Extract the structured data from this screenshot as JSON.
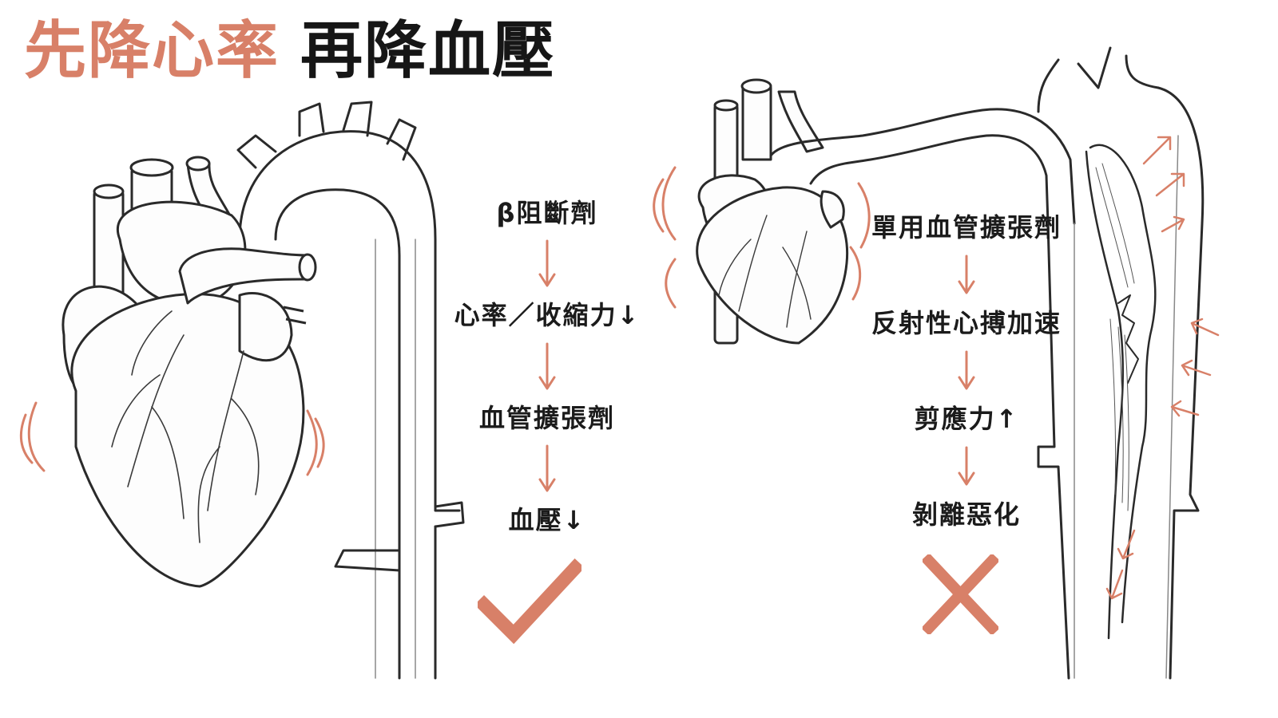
{
  "title": {
    "accent_text": "先降心率",
    "main_text": "再降血壓"
  },
  "left_flow": {
    "steps": [
      "β阻斷劑",
      "心率／收縮力↓",
      "血管擴張劑",
      "血壓↓"
    ],
    "result": "check-mark-icon"
  },
  "right_flow": {
    "steps": [
      "單用血管擴張劑",
      "反射性心搏加速",
      "剪應力↑",
      "剝離惡化"
    ],
    "result": "x-mark-icon"
  },
  "colors": {
    "accent": "#d88068",
    "ink": "#1b1b1b",
    "line": "#2a2a2a"
  }
}
